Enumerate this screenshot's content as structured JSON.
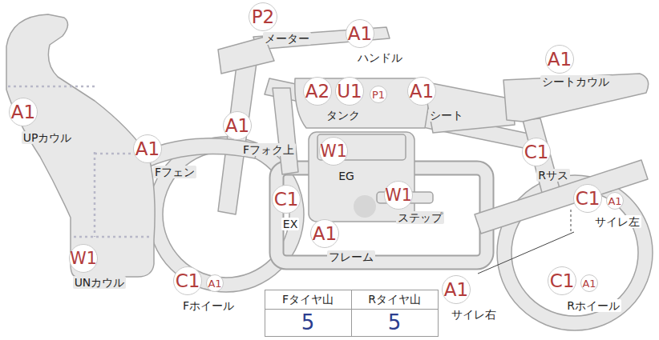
{
  "diagram": {
    "nodes": [
      {
        "text": [
          "P2"
        ]
      },
      {
        "text": [
          "A1"
        ]
      },
      {
        "text": [
          "A1"
        ]
      },
      {
        "text": [
          "A2"
        ]
      },
      {
        "text": [
          "U1"
        ]
      },
      {
        "text": [
          "P1"
        ]
      },
      {
        "text": [
          "A1"
        ]
      },
      {
        "text": [
          "A1"
        ]
      },
      {
        "text": [
          "A1"
        ]
      },
      {
        "text": [
          "A1"
        ]
      },
      {
        "text": [
          "W1"
        ]
      },
      {
        "text": [
          "C1"
        ]
      },
      {
        "text": [
          "W1"
        ]
      },
      {
        "text": [
          "C1"
        ]
      },
      {
        "text": [
          "A1"
        ]
      },
      {
        "text": [
          "C1"
        ]
      },
      {
        "text": [
          "A1"
        ]
      },
      {
        "text": [
          "W1"
        ]
      },
      {
        "text": [
          "C1"
        ]
      },
      {
        "text": [
          "A1"
        ]
      },
      {
        "text": [
          "C1"
        ]
      },
      {
        "text": [
          "A1"
        ]
      },
      {
        "text": [
          "A1"
        ]
      }
    ],
    "labels": [
      "メーター",
      "ハンドル",
      "シートカウル",
      "タンク",
      "シート",
      "UPカウル",
      "Fフォク上",
      "Fフェン",
      "EG",
      "Rサス",
      "ステップ",
      "サイレ左",
      "EX",
      "フレーム",
      "UNカウル",
      "Fホイール",
      "Rホイール",
      "サイレ右",
      "Fタイヤ山",
      "Rタイヤ山",
      "5",
      "5"
    ]
  }
}
